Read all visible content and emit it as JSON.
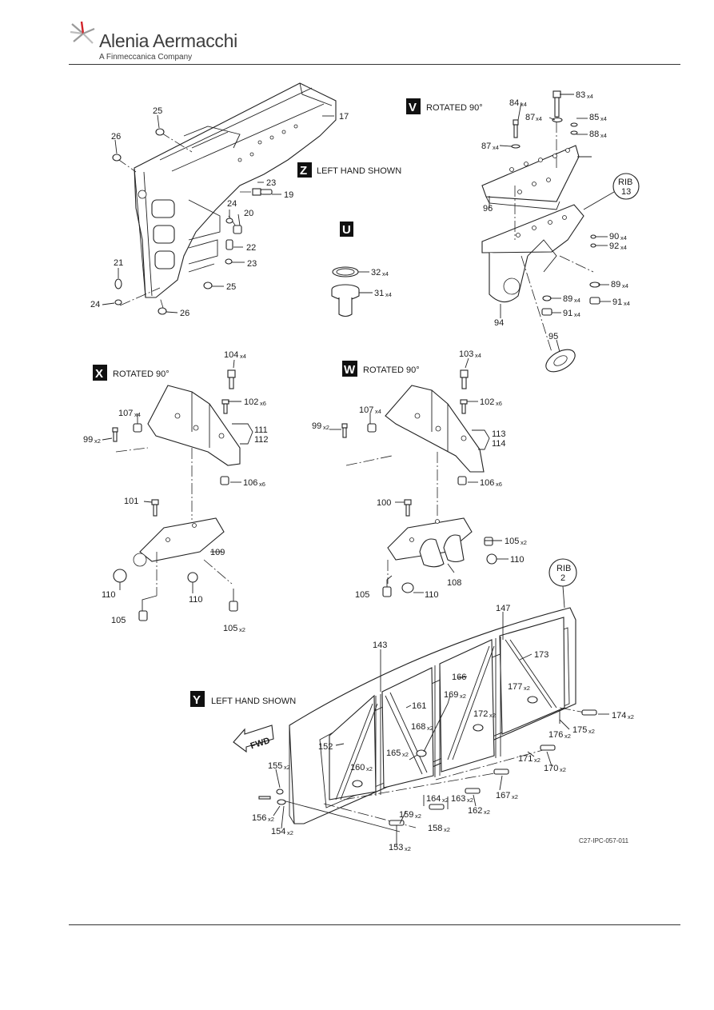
{
  "header": {
    "company": "Alenia Aermacchi",
    "subtitle": "A Finmeccanica Company"
  },
  "views": {
    "V": {
      "letter": "V",
      "text": "ROTATED 90°"
    },
    "Z": {
      "letter": "Z",
      "text": "LEFT HAND SHOWN"
    },
    "U": {
      "letter": "U"
    },
    "X": {
      "letter": "X",
      "text": "ROTATED 90°"
    },
    "W": {
      "letter": "W",
      "text": "ROTATED 90°"
    },
    "Y": {
      "letter": "Y",
      "text": "LEFT HAND SHOWN"
    }
  },
  "labels": {
    "p17": "17",
    "p25a": "25",
    "p26a": "26",
    "p23a": "23",
    "p19": "19",
    "p24a": "24",
    "p20": "20",
    "p22": "22",
    "p23b": "23",
    "p21": "21",
    "p24b": "24",
    "p25b": "25",
    "p26b": "26",
    "p32": "32",
    "p32q": "x4",
    "p31": "31",
    "p31q": "x4",
    "p83": "83",
    "p83q": "x4",
    "p84": "84",
    "p84q": "x4",
    "p87a": "87",
    "p87aq": "x4",
    "p85": "85",
    "p85q": "x4",
    "p88": "88",
    "p88q": "x4",
    "p87b": "87",
    "p87bq": "x4",
    "rib13a": "RIB",
    "rib13b": "13",
    "p96": "96",
    "p90": "90",
    "p90q": "x4",
    "p92": "92",
    "p92q": "x4",
    "p89a": "89",
    "p89aq": "x4",
    "p89b": "89",
    "p89bq": "x4",
    "p91a": "91",
    "p91aq": "x4",
    "p91b": "91",
    "p91bq": "x4",
    "p94": "94",
    "p95": "95",
    "p104": "104",
    "p104q": "x4",
    "p102a": "102",
    "p102aq": "x6",
    "p107a": "107",
    "p107aq": "x4",
    "p99a": "99",
    "p99aq": "x2",
    "p111": "111",
    "p112": "112",
    "p106a": "106",
    "p106aq": "x6",
    "p101": "101",
    "p109": "109",
    "p110a": "110",
    "p110b": "110",
    "p105a": "105",
    "p105b": "105",
    "p105bq": "x2",
    "p103": "103",
    "p103q": "x4",
    "p102b": "102",
    "p102bq": "x6",
    "p107b": "107",
    "p107bq": "x4",
    "p99b": "99",
    "p99bq": "x2",
    "p113": "113",
    "p114": "114",
    "p106b": "106",
    "p106bq": "x6",
    "p100": "100",
    "p105c": "105",
    "p105cq": "x2",
    "p110c": "110",
    "p108": "108",
    "p105d": "105",
    "p110d": "110",
    "rib2a": "RIB",
    "rib2b": "2",
    "p147": "147",
    "p143": "143",
    "p173": "173",
    "p166": "166",
    "p169": "169",
    "p169q": "x2",
    "p177": "177",
    "p177q": "x2",
    "p161": "161",
    "p172": "172",
    "p172q": "x2",
    "p174": "174",
    "p174q": "x2",
    "p168": "168",
    "p168q": "x2",
    "p175": "175",
    "p175q": "x2",
    "p176": "176",
    "p176q": "x2",
    "fwd": "FWD",
    "p152": "152",
    "p165": "165",
    "p165q": "x2",
    "p171": "171",
    "p171q": "x2",
    "p155": "155",
    "p155q": "x2",
    "p160": "160",
    "p160q": "x2",
    "p170": "170",
    "p170q": "x2",
    "p167": "167",
    "p167q": "x2",
    "p164": "164",
    "p164q": "x2",
    "p163": "163",
    "p163q": "x2",
    "p162": "162",
    "p162q": "x2",
    "p156": "156",
    "p156q": "x2",
    "p159": "159",
    "p159q": "x2",
    "p158": "158",
    "p158q": "x2",
    "p154": "154",
    "p154q": "x2",
    "p153": "153",
    "p153q": "x2"
  },
  "figure_code": "C27-IPC-057-011"
}
